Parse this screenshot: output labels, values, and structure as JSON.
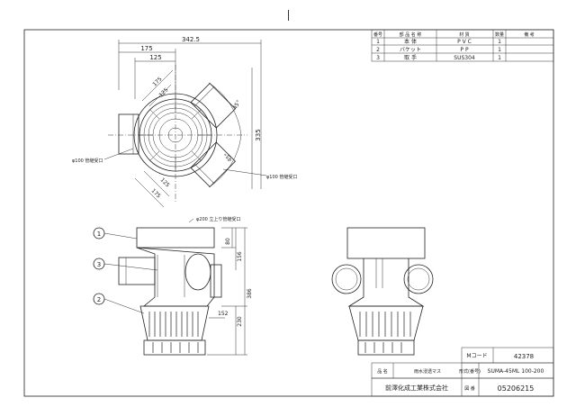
{
  "parts_table": {
    "headers": [
      "番号",
      "部 品 名 称",
      "材 質",
      "数量",
      "備 考"
    ],
    "rows": [
      {
        "no": "1",
        "name": "本 体",
        "material": "P V C",
        "qty": "1",
        "note": ""
      },
      {
        "no": "2",
        "name": "バケット",
        "material": "P P",
        "qty": "1",
        "note": ""
      },
      {
        "no": "3",
        "name": "取 手",
        "material": "SUS304",
        "qty": "1",
        "note": ""
      }
    ]
  },
  "top_view": {
    "dims": {
      "overall": "342.5",
      "d175_top": "175",
      "d125_top": "125",
      "d175_diag": "175",
      "d125_diag": "125",
      "angle1": "45°",
      "angle2": "45°",
      "d335": "335",
      "d125_low": "125",
      "d175_low": "175"
    },
    "labels": {
      "left_port": "φ100 管継受口",
      "right_port": "φ100 管継受口"
    }
  },
  "front_view": {
    "top_port": "φ200 立上り管継受口",
    "dims": {
      "d80": "80",
      "d156": "156",
      "d386": "386",
      "d230": "230",
      "d152": "152"
    },
    "balloons": [
      "1",
      "3",
      "2"
    ]
  },
  "title_block": {
    "mcode_label": "Mコード",
    "mcode_value": "42378",
    "name_label": "品 名",
    "name_value": "雨水浸透マス",
    "model_label": "形式(番号)",
    "model_value": "SUMA-45ML 100-200",
    "company": "前澤化成工業株式会社",
    "drawing_label": "図 番",
    "drawing_no": "05206215"
  }
}
